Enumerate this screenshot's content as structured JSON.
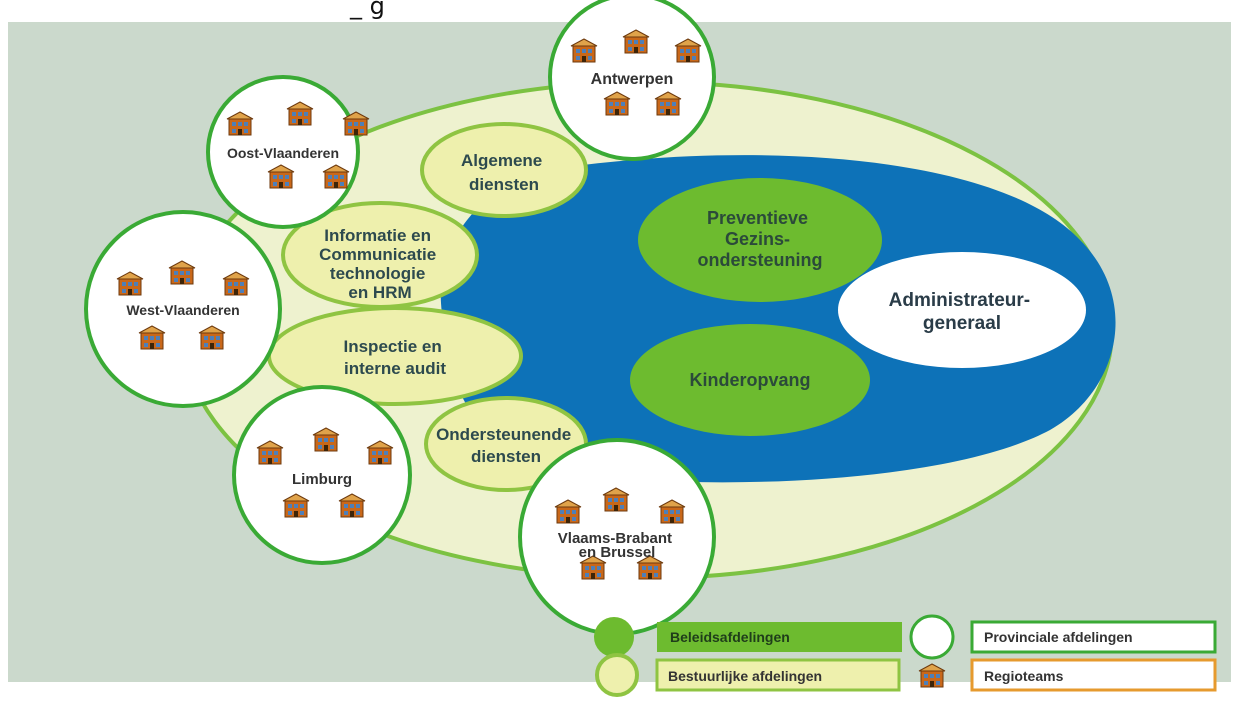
{
  "header": {
    "partial_text": "_ g"
  },
  "colors": {
    "background": "#cbd9cc",
    "outer_ellipse_fill": "#eef2cf",
    "outer_ellipse_stroke": "#7cc242",
    "core_blue": "#0d72b8",
    "policy_green": "#6dbb2f",
    "admin_yellow_fill": "#eef0ad",
    "admin_yellow_stroke": "#8fc442",
    "province_stroke": "#3aaa35",
    "regioteam_border": "#e69a2e"
  },
  "provinces": [
    {
      "id": "antwerpen",
      "label": [
        "Antwerpen"
      ]
    },
    {
      "id": "oost-vlaanderen",
      "label": [
        "Oost-Vlaanderen"
      ]
    },
    {
      "id": "west-vlaanderen",
      "label": [
        "West-Vlaanderen"
      ]
    },
    {
      "id": "limburg",
      "label": [
        "Limburg"
      ]
    },
    {
      "id": "vlaams-brabant",
      "label": [
        "Vlaams-Brabant",
        "en Brussel"
      ]
    }
  ],
  "admin_departments": [
    {
      "id": "algemene",
      "label": [
        "Algemene",
        "diensten"
      ]
    },
    {
      "id": "ict-hrm",
      "label": [
        "Informatie en",
        "Communicatie",
        "technologie",
        "en HRM"
      ]
    },
    {
      "id": "inspectie",
      "label": [
        "Inspectie en",
        "interne audit"
      ]
    },
    {
      "id": "ondersteunende",
      "label": [
        "Ondersteunende",
        "diensten"
      ]
    }
  ],
  "policy_departments": [
    {
      "id": "preventieve",
      "label": [
        "Preventieve",
        "Gezins-",
        "ondersteuning"
      ]
    },
    {
      "id": "kinderopvang",
      "label": [
        "Kinderopvang"
      ]
    }
  ],
  "head": {
    "id": "administrateur",
    "label": [
      "Administrateur-",
      "generaal"
    ]
  },
  "legend": {
    "policy": "Beleidsafdelingen",
    "admin": "Bestuurlijke afdelingen",
    "province": "Provinciale afdelingen",
    "regioteam": "Regioteams"
  },
  "icons": {
    "regioteam": "building-icon"
  }
}
